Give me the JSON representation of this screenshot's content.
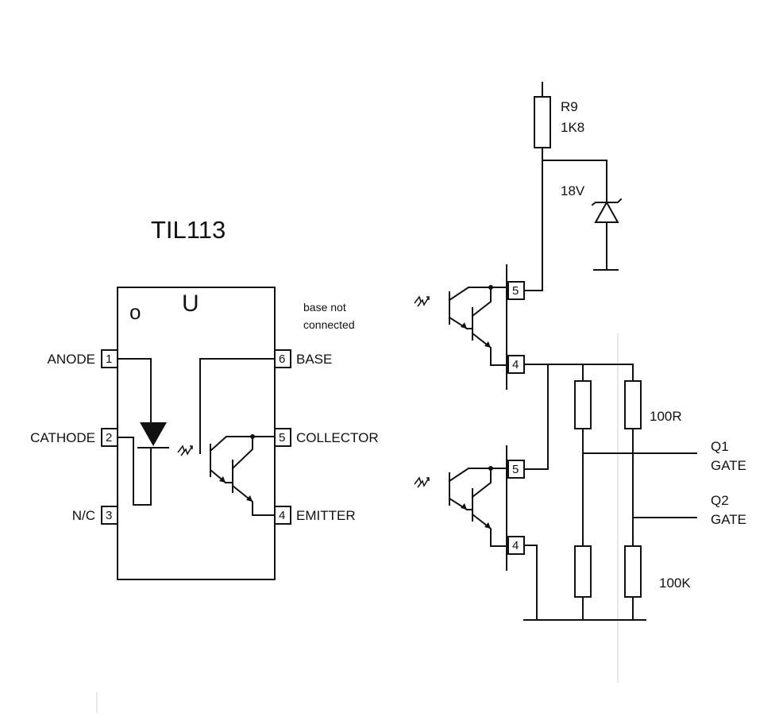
{
  "chip": {
    "title": "TIL113",
    "notch_mark": "U",
    "pin1_dot": "o",
    "note_line1": "base not",
    "note_line2": "connected",
    "pins": [
      {
        "num": "1",
        "label": "ANODE"
      },
      {
        "num": "2",
        "label": "CATHODE"
      },
      {
        "num": "3",
        "label": "N/C"
      },
      {
        "num": "6",
        "label": "BASE"
      },
      {
        "num": "5",
        "label": "COLLECTOR"
      },
      {
        "num": "4",
        "label": "EMITTER"
      }
    ]
  },
  "circuit": {
    "r9_name": "R9",
    "r9_value": "1K8",
    "zener_value": "18V",
    "upper_resistor_value": "100R",
    "lower_resistor_value": "100K",
    "q1_line1": "Q1",
    "q1_line2": "GATE",
    "q2_line1": "Q2",
    "q2_line2": "GATE",
    "opto_top_pin5": "5",
    "opto_top_pin4": "4",
    "opto_bottom_pin5": "5",
    "opto_bottom_pin4": "4"
  }
}
